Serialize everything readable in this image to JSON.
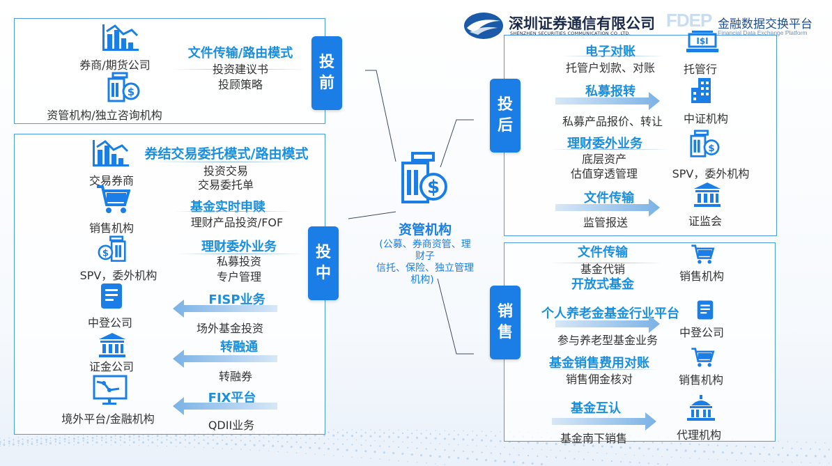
{
  "header": {
    "company_cn": "深圳证券通信有限公司",
    "company_en": "SHENZHEN SECURITIES COMMUNICATION CO.,LTD.",
    "platform_abbr": "FDEP",
    "platform_cn": "金融数据交换平台",
    "platform_en": "Financial Data Exchange Platform"
  },
  "center": {
    "title": "资管机构",
    "sub1": "(公募、券商资管、理",
    "sub2": "财子",
    "sub3": "信托、保险、独立管理",
    "sub4": "机构)"
  },
  "pre": {
    "tag1": "投",
    "tag2": "前",
    "entity1": "券商/期货公司",
    "entity2": "资管机构/独立咨询机构",
    "mode": "文件传输/路由模式",
    "item1": "投资建议书",
    "item2": "投顾策略"
  },
  "mid": {
    "tag1": "投",
    "tag2": "中",
    "entities": [
      "交易券商",
      "销售机构",
      "SPV，委外机构",
      "中登公司",
      "证金公司",
      "境外平台/金融机构"
    ],
    "mode1": "券结交易委托模式/路由模式",
    "mode1_items": [
      "投资交易",
      "交易委托单"
    ],
    "mode2": "基金实时申赎",
    "mode2_items": [
      "理财产品投资/FOF"
    ],
    "mode3": "理财委外业务",
    "mode3_items": [
      "私募投资",
      "专户管理"
    ],
    "mode4": "FISP业务",
    "mode4_items": [
      "场外基金投资"
    ],
    "mode5": "转融通",
    "mode5_items": [
      "转融券"
    ],
    "mode6": "FIX平台",
    "mode6_items": [
      "QDII业务"
    ]
  },
  "post": {
    "tag1": "投",
    "tag2": "后",
    "mode1": "电子对账",
    "mode1_item": "托管户划款、对账",
    "entity1": "托管行",
    "mode2": "私募报转",
    "mode2_item": "私募产品报价、转让",
    "entity2": "中证机构",
    "mode3": "理财委外业务",
    "mode3_item1": "底层资产",
    "mode3_item2": "估值穿透管理",
    "entity3": "SPV，委外机构",
    "mode4": "文件传输",
    "mode4_item": "监管报送",
    "entity4": "证监会"
  },
  "sales": {
    "tag1": "销",
    "tag2": "售",
    "mode1": "文件传输",
    "mode1_item": "基金代销",
    "mode1b": "开放式基金",
    "entity1": "销售机构",
    "mode2": "个人养老金基金行业平台",
    "mode2_item": "参与养老型基金业务",
    "entity2": "中登公司",
    "mode3": "基金销售费用对账",
    "mode3_item": "销售佣金核对",
    "entity3": "销售机构",
    "mode4": "基金互认",
    "mode4_item": "基金南下销售",
    "entity4": "代理机构"
  },
  "colors": {
    "accent": "#1a7ee6",
    "heading": "#1a8fe0",
    "border": "#4a9be0"
  },
  "icons": [
    "chart-icon",
    "bank-doc-icon",
    "cart-icon",
    "document-icon",
    "building-icon",
    "monitor-chart-icon",
    "temple-icon",
    "capitol-icon",
    "dollar-sign-icon"
  ]
}
